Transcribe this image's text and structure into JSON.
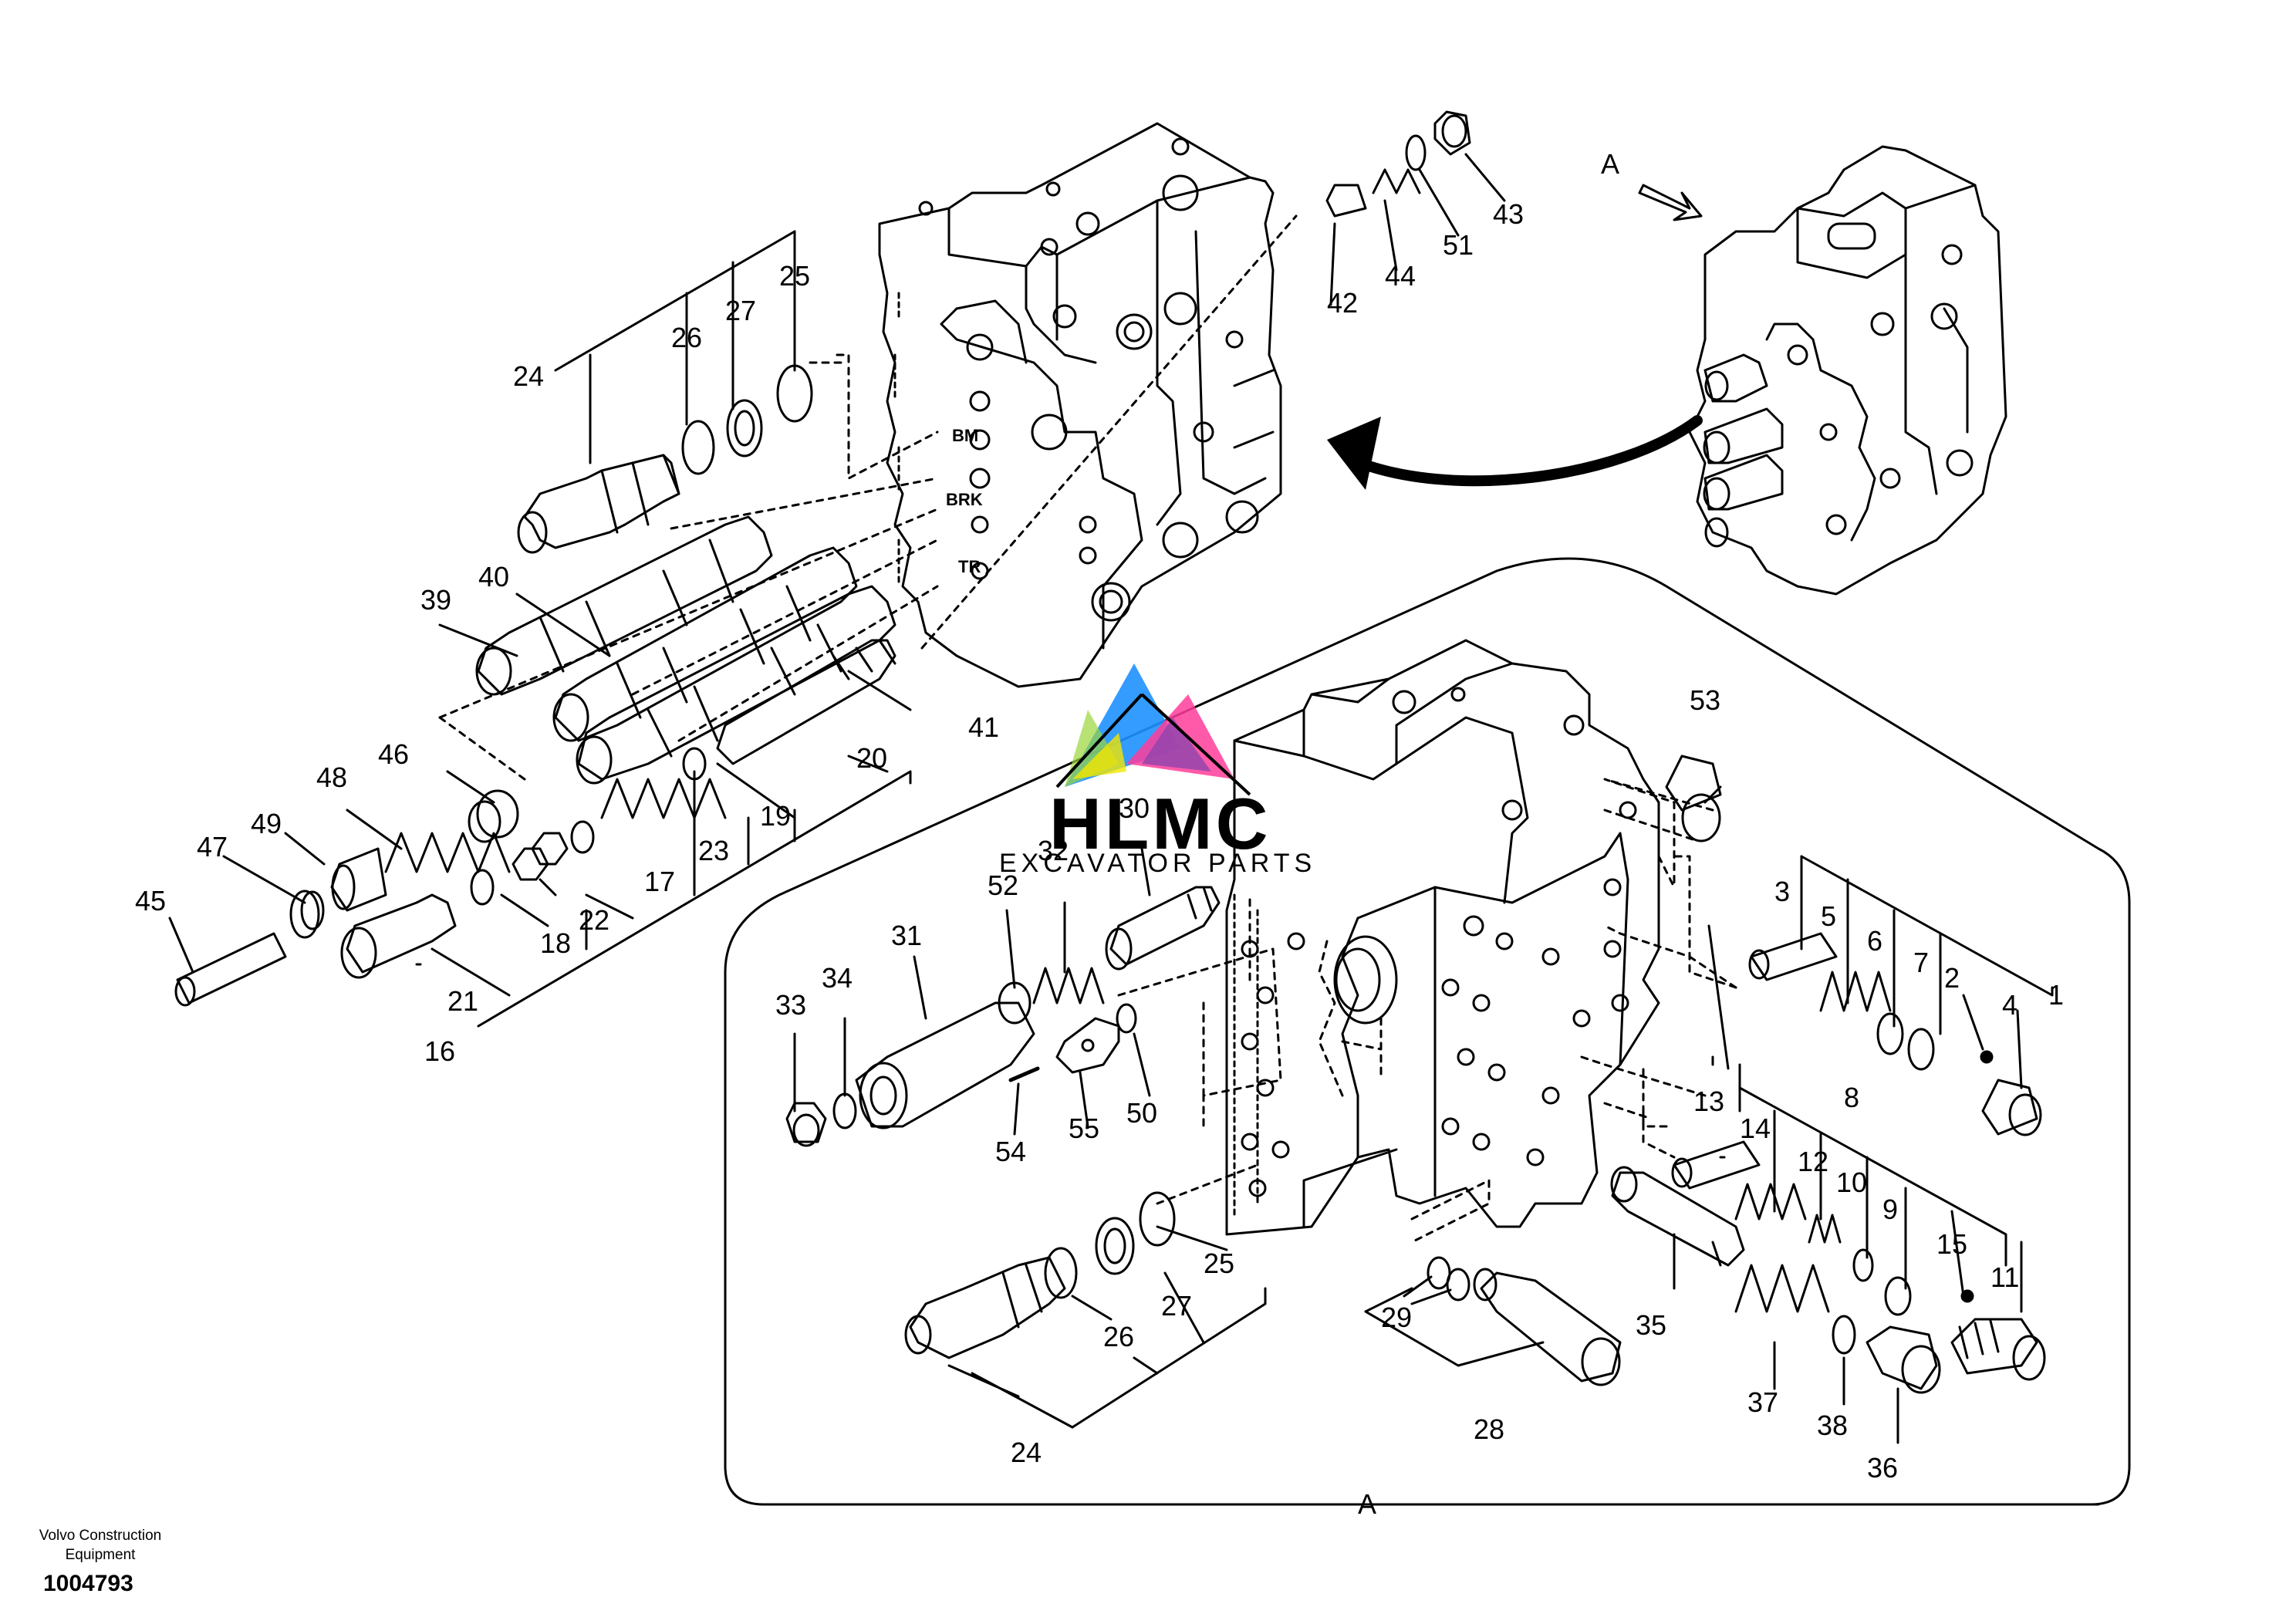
{
  "callouts": {
    "c1": "1",
    "c2": "2",
    "c3": "3",
    "c4": "4",
    "c5": "5",
    "c6": "6",
    "c7": "7",
    "c8": "8",
    "c9": "9",
    "c10": "10",
    "c11": "11",
    "c12": "12",
    "c13": "13",
    "c14": "14",
    "c15": "15",
    "c16": "16",
    "c17": "17",
    "c18": "18",
    "c19": "19",
    "c20": "20",
    "c21": "21",
    "c22": "22",
    "c23": "23",
    "c24": "24",
    "c24b": "24",
    "c25": "25",
    "c25b": "25",
    "c26": "26",
    "c26b": "26",
    "c27": "27",
    "c27b": "27",
    "c28": "28",
    "c29": "29",
    "c30": "30",
    "c31": "31",
    "c32": "32",
    "c33": "33",
    "c34": "34",
    "c35": "35",
    "c36": "36",
    "c37": "37",
    "c38": "38",
    "c39": "39",
    "c40": "40",
    "c41": "41",
    "c42": "42",
    "c43": "43",
    "c44": "44",
    "c45": "45",
    "c46": "46",
    "c47": "47",
    "c48": "48",
    "c49": "49",
    "c50": "50",
    "c51": "51",
    "c52": "52",
    "c53": "53",
    "c54": "54",
    "c55": "55"
  },
  "ports": {
    "bm": "BM",
    "brk": "BRK",
    "tr": "TR"
  },
  "view_label": "A",
  "view_label_detail": "A",
  "watermark": {
    "brand": "HLMC",
    "tagline": "EXCAVATOR PARTS"
  },
  "footer": {
    "company_line1": "Volvo Construction",
    "company_line2": "Equipment",
    "doc_number": "1004793"
  },
  "colors": {
    "line": "#000000",
    "background": "#ffffff",
    "wm_blue": "#1e90ff",
    "wm_yellow": "#f2e600",
    "wm_pink": "#ff3d9a",
    "wm_purple": "#8e44ad",
    "wm_green": "#9bd63a"
  }
}
